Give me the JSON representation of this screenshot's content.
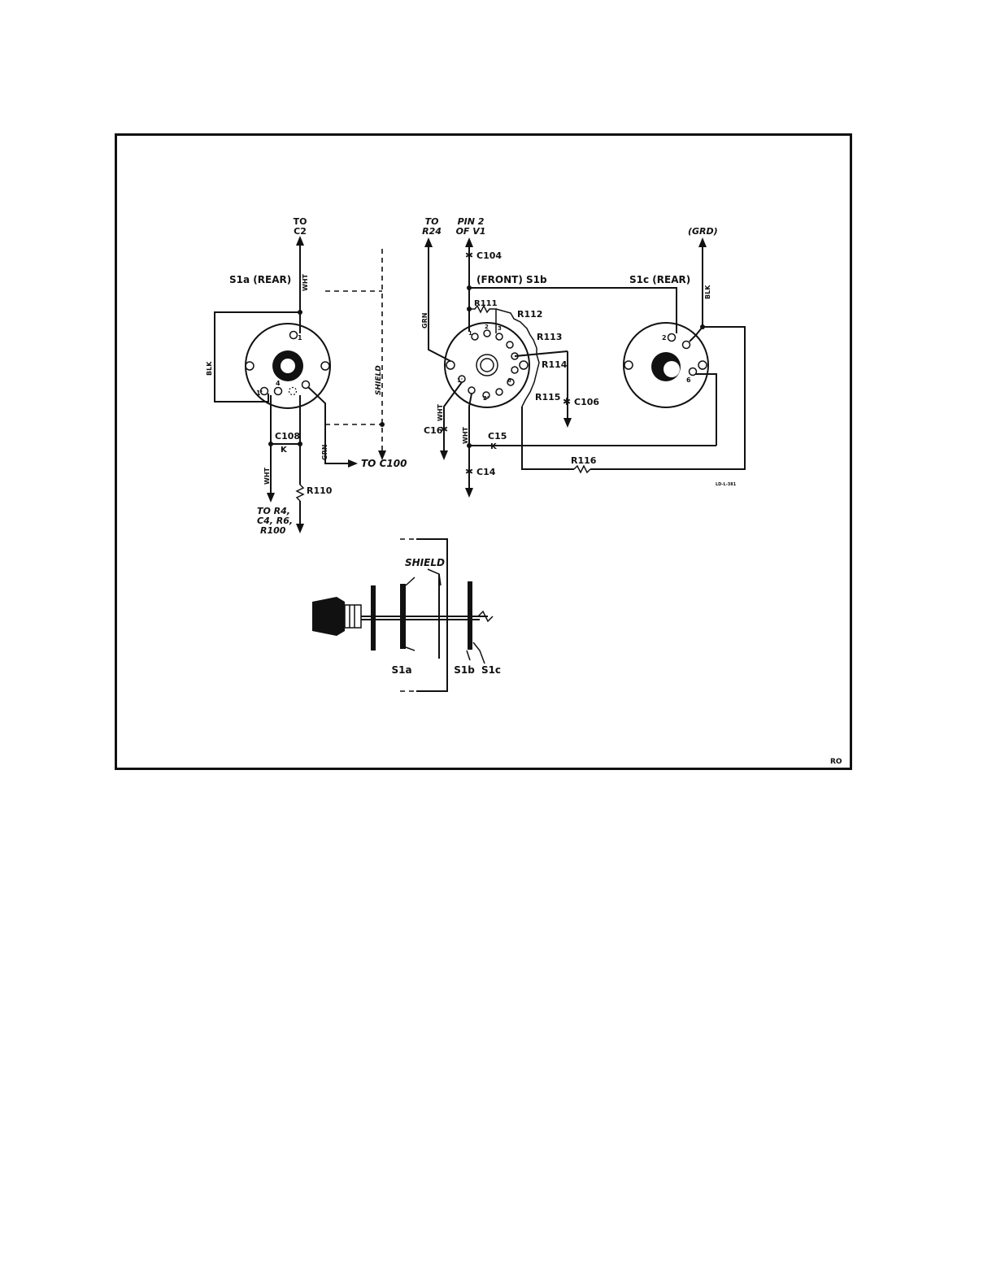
{
  "labels": {
    "to_c2": [
      "TO",
      "C2"
    ],
    "s1a_rear": "S1a (REAR)",
    "wht": "WHT",
    "blk": "BLK",
    "grn": "GRN",
    "shield": "SHIELD",
    "c108": "C108",
    "to_c100": "TO C100",
    "r110": "R110",
    "to_r4": [
      "TO R4,",
      "C4, R6,",
      "R100"
    ],
    "to_r24": [
      "TO",
      "R24"
    ],
    "pin2": [
      "PIN 2",
      "OF V1"
    ],
    "c104": "C104",
    "front_s1b": "(FRONT) S1b",
    "s1c_rear": "S1c (REAR)",
    "grd": "(GRD)",
    "r111": "R111",
    "r112": "R112",
    "r113": "R113",
    "r114": "R114",
    "r115": "R115",
    "c106": "C106",
    "c16": "C16",
    "c15": "C15",
    "c14": "C14",
    "r116": "R116",
    "shield_bottom": "SHIELD",
    "s1a": "S1a",
    "s1b": "S1b",
    "s1c": "S1c",
    "code": "RO"
  }
}
